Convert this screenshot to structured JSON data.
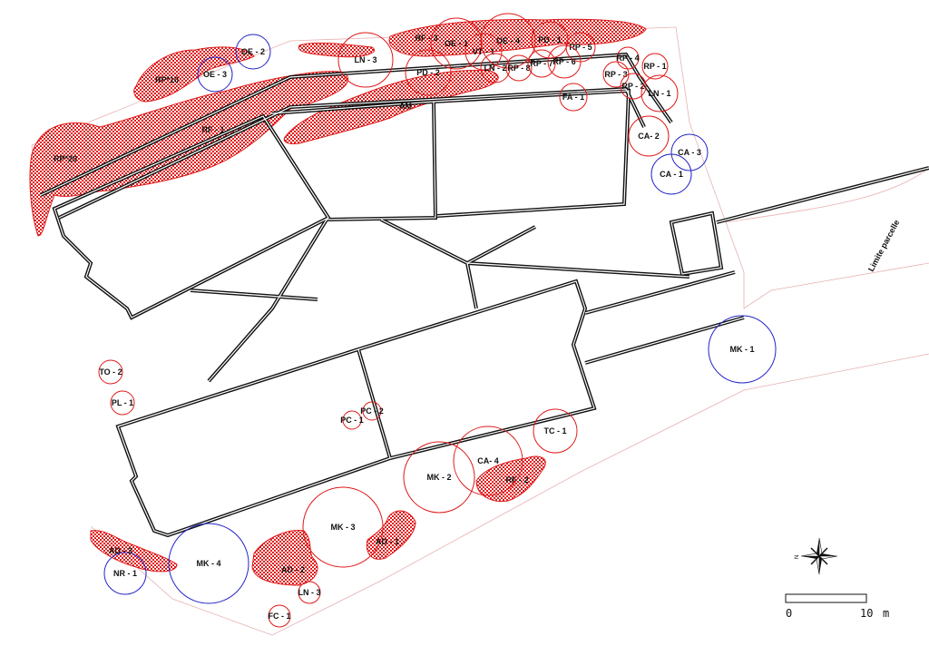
{
  "colors": {
    "existing_tree": "#e01818",
    "new_tree": "#2424c8",
    "hatch": "#e01818",
    "wall": "#111111",
    "parcel": "#e8a0a0"
  },
  "trees": [
    {
      "label": "OE - 1",
      "kind": "existing"
    },
    {
      "label": "VT - 1",
      "kind": "existing"
    },
    {
      "label": "OE - 4",
      "kind": "existing"
    },
    {
      "label": "PD - 1",
      "kind": "existing"
    },
    {
      "label": "RP - 5",
      "kind": "existing"
    },
    {
      "label": "LN - 3",
      "kind": "existing"
    },
    {
      "label": "PD - 2",
      "kind": "existing"
    },
    {
      "label": "LN - 2",
      "kind": "existing"
    },
    {
      "label": "RP - 8",
      "kind": "existing"
    },
    {
      "label": "RP - 7",
      "kind": "existing"
    },
    {
      "label": "RP - 6",
      "kind": "existing"
    },
    {
      "label": "RP - 4",
      "kind": "existing"
    },
    {
      "label": "RP - 1",
      "kind": "existing"
    },
    {
      "label": "RP - 3",
      "kind": "existing"
    },
    {
      "label": "RP - 2",
      "kind": "existing"
    },
    {
      "label": "LN - 1",
      "kind": "existing"
    },
    {
      "label": "FA - 1",
      "kind": "existing"
    },
    {
      "label": "CA- 2",
      "kind": "existing"
    },
    {
      "label": "CA - 3",
      "kind": "new"
    },
    {
      "label": "CA - 1",
      "kind": "new"
    },
    {
      "label": "OE - 2",
      "kind": "new"
    },
    {
      "label": "OE - 3",
      "kind": "new"
    },
    {
      "label": "MK - 1",
      "kind": "new"
    },
    {
      "label": "TO - 2",
      "kind": "existing"
    },
    {
      "label": "PL - 1",
      "kind": "existing"
    },
    {
      "label": "PC - 2",
      "kind": "existing"
    },
    {
      "label": "PC - 1",
      "kind": "existing"
    },
    {
      "label": "TC - 1",
      "kind": "existing"
    },
    {
      "label": "CA- 4",
      "kind": "existing"
    },
    {
      "label": "MK - 2",
      "kind": "existing"
    },
    {
      "label": "MK - 3",
      "kind": "existing"
    },
    {
      "label": "MK - 4",
      "kind": "new"
    },
    {
      "label": "NR - 1",
      "kind": "new"
    },
    {
      "label": "LN - 3",
      "kind": "existing"
    },
    {
      "label": "FC - 1",
      "kind": "existing"
    }
  ],
  "zones": [
    "RF - 3",
    "RP*10",
    "RP*20",
    "RF - 1",
    "AM",
    "AD - 3",
    "AD - 2",
    "AD - 1",
    "RF - 2"
  ],
  "parcel_label": "Limite parcelle",
  "compass": {
    "north_letter": "N"
  },
  "scale": {
    "start": "0",
    "end": "10",
    "unit": "m"
  }
}
